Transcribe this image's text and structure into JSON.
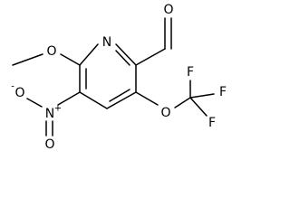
{
  "molecule": {
    "atoms": {
      "n_ring": "N",
      "o_methoxy": "O",
      "o_aldehyde": "O",
      "n_nitro": "N",
      "o_nitro_top": "O",
      "o_nitro_bottom": "O",
      "o_ether": "O",
      "f_top": "F",
      "f_right": "F",
      "f_bottom": "F"
    },
    "charges": {
      "nitro_n": "+",
      "nitro_o": "-"
    }
  }
}
